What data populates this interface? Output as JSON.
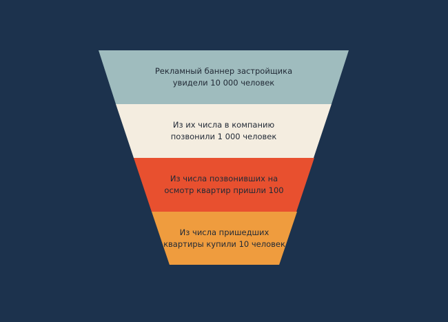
{
  "colors": {
    "background": "#1c324d",
    "stage_1": "#9fbcbe",
    "stage_2": "#f4ede0",
    "stage_3": "#e8502f",
    "stage_4": "#ef9c3e",
    "text": "#222a36"
  },
  "funnel": {
    "stages": [
      {
        "label": "Рекламный баннер застройщика увидели 10 000 человек"
      },
      {
        "label": "Из их числа в компанию позвонили 1 000 человек"
      },
      {
        "label": "Из числа позвонивших на осмотр квартир пришли 100"
      },
      {
        "label": "Из числа пришедших квартиры купили 10 человек"
      }
    ]
  }
}
